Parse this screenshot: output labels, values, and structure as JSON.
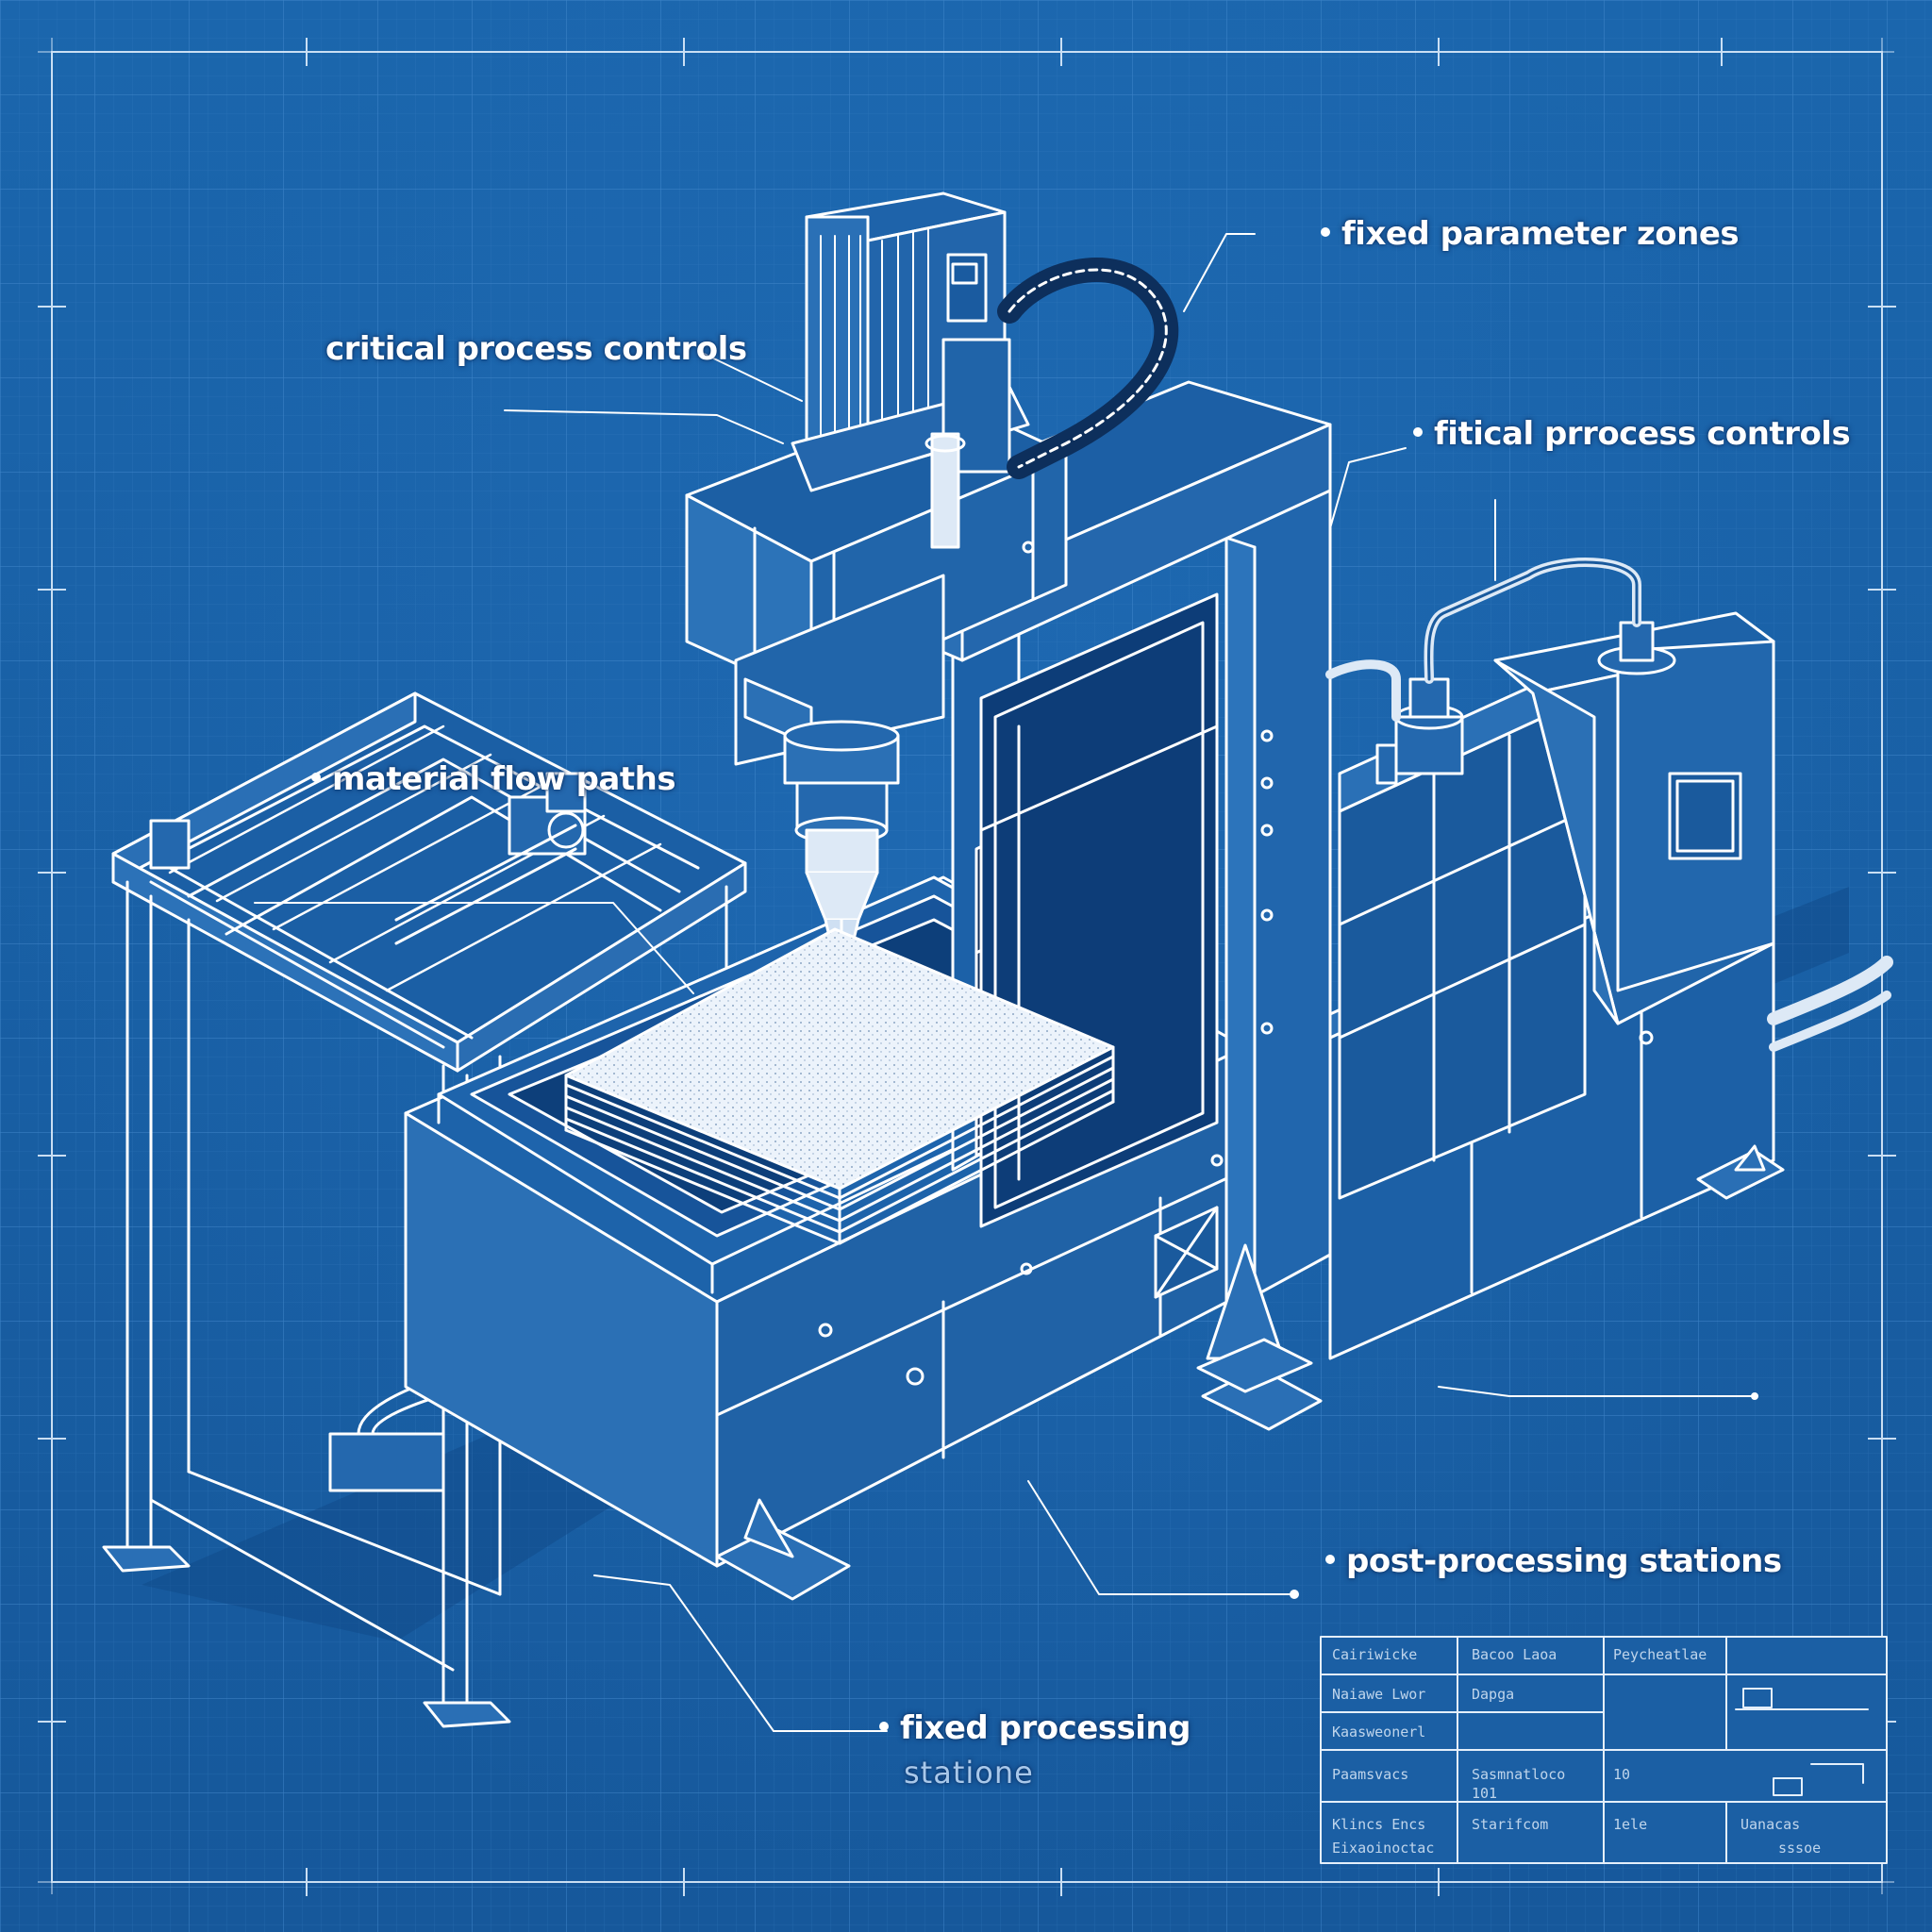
{
  "labels": {
    "critical_process_controls": "critical process controls",
    "fixed_parameter_zones": "fixed parameter zones",
    "fitical_prrocess_controls": "fitical prrocess controls",
    "material_flow_paths": "material flow paths",
    "post_processing_stations": "post-processing stations",
    "fixed_processing": "fixed processing",
    "stations": "statione"
  },
  "title_block": {
    "row1": [
      "Cairiwicke",
      "Bacoo Laoa",
      "Peycheatlae"
    ],
    "row2": [
      "Naiawe    Lwor",
      "Dapga"
    ],
    "row3": [
      "Kaasweonerl",
      "Sasmnatloco",
      "10"
    ],
    "row4": [
      "Paamsvacs",
      "101"
    ],
    "row5": [
      "Klincs Encs",
      "Starifcom",
      "1ele",
      "Uanacas"
    ],
    "row6": [
      "Eixaoinoctac",
      "sssoe"
    ]
  },
  "colors": {
    "background": "#1a62a8",
    "line": "#ffffff",
    "grid": "#3a82c6"
  }
}
